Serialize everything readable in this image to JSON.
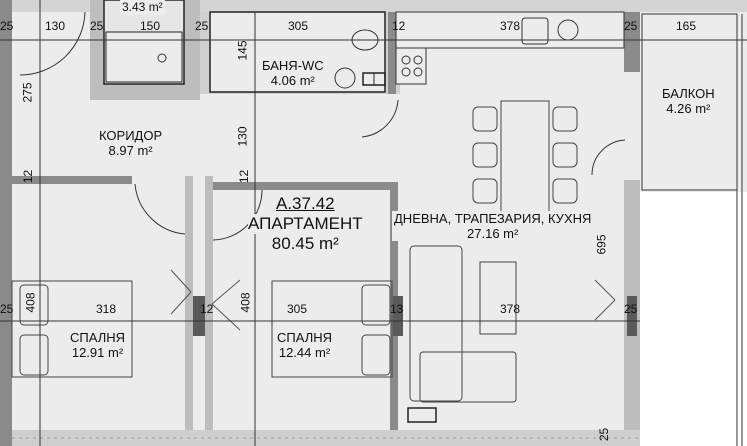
{
  "apartment": {
    "code": "А.37.42",
    "type_label": "АПАРТАМЕНТ",
    "area": "80.45 m²"
  },
  "rooms": [
    {
      "id": "bath-top",
      "name": "",
      "area": "3.43 m²"
    },
    {
      "id": "bath-wc",
      "name": "БАНЯ-WC",
      "area": "4.06 m²"
    },
    {
      "id": "corridor",
      "name": "КОРИДОР",
      "area": "8.97 m²"
    },
    {
      "id": "living",
      "name": "ДНЕВНА, ТРАПЕЗАРИЯ, КУХНЯ",
      "area": "27.16 m²"
    },
    {
      "id": "balcony",
      "name": "БАЛКОН",
      "area": "4.26 m²"
    },
    {
      "id": "bedroom-1",
      "name": "СПАЛНЯ",
      "area": "12.91 m²"
    },
    {
      "id": "bedroom-2",
      "name": "СПАЛНЯ",
      "area": "12.44 m²"
    }
  ],
  "dimensions": {
    "top": [
      "25",
      "130",
      "25",
      "150",
      "25",
      "305",
      "12",
      "378",
      "25",
      "165"
    ],
    "top_25_vertical": "25",
    "corridor_h": "275",
    "bath_h": "145",
    "corridor_mid": "130",
    "wall_12_left": "12",
    "wall_12_mid": "12",
    "living_h": "695",
    "bottom": [
      "25",
      "318",
      "12",
      "305",
      "13",
      "378",
      "25"
    ],
    "bedroom1_depth": "408",
    "bedroom2_depth": "408",
    "bottom_right_25": "25"
  },
  "colors": {
    "floor": "#ececec",
    "wall": "#8a8a8a",
    "wall_dark": "#5a5a5a",
    "line": "#222222",
    "furniture": "#555555"
  }
}
